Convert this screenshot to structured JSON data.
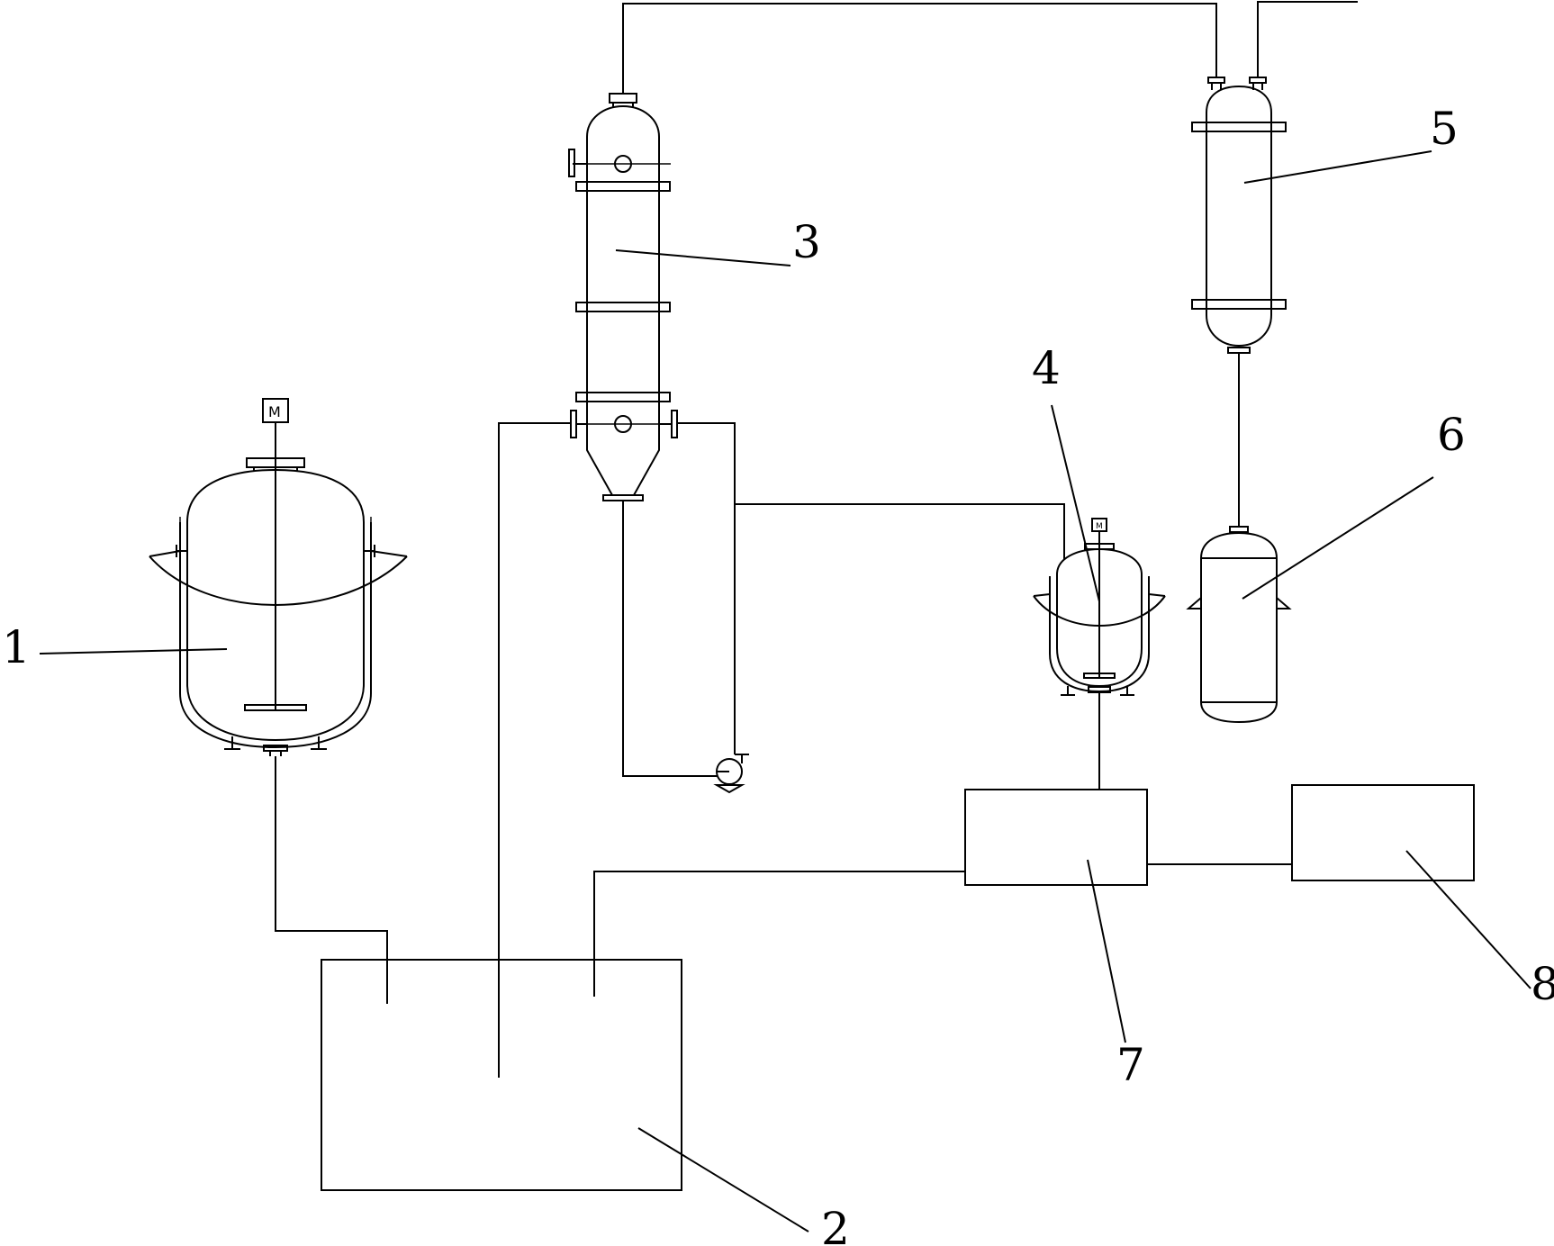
{
  "labels": {
    "l1": "1",
    "l2": "2",
    "l3": "3",
    "l4": "4",
    "l5": "5",
    "l6": "6",
    "l7": "7",
    "l8": "8"
  },
  "motor_label": "M"
}
